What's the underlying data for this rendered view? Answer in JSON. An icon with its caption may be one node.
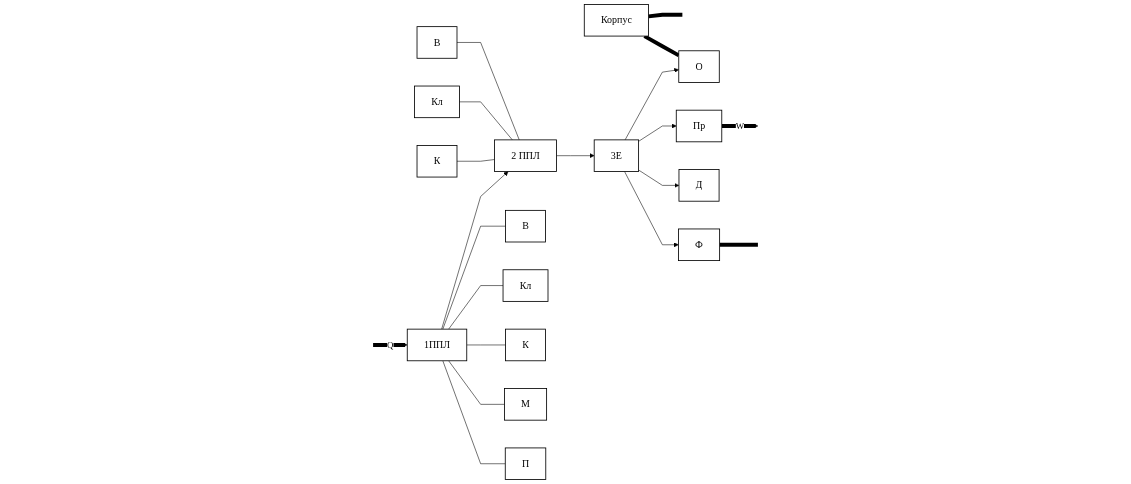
{
  "diagram": {
    "nodes": [
      {
        "text": [
          "Корпус"
        ]
      },
      {
        "text": [
          "О"
        ]
      },
      {
        "text": [
          "В"
        ]
      },
      {
        "text": [
          "Кл"
        ]
      },
      {
        "text": [
          "К"
        ]
      },
      {
        "text": [
          "1ППЛ"
        ]
      },
      {
        "text": [
          "2 ППЛ"
        ]
      },
      {
        "text": [
          "3Е"
        ]
      },
      {
        "text": [
          "Пр"
        ]
      },
      {
        "text": [
          "Д"
        ]
      },
      {
        "text": [
          "Ф"
        ]
      },
      {
        "text": [
          "В"
        ]
      },
      {
        "text": [
          "Кл"
        ]
      },
      {
        "text": [
          "К"
        ]
      },
      {
        "text": [
          "М"
        ]
      },
      {
        "text": [
          "П"
        ]
      }
    ],
    "edges": [
      {
        "from": 0,
        "to": null,
        "arrow": "none",
        "style": "thick"
      },
      {
        "from": 0,
        "to": 1,
        "arrow": "none",
        "style": "thick"
      },
      {
        "from": null,
        "to": 5,
        "arrow": "to",
        "label": "Q",
        "style": "thick"
      },
      {
        "from": 5,
        "to": 6,
        "arrow": "to"
      },
      {
        "from": 6,
        "to": 7,
        "arrow": "to"
      },
      {
        "from": 7,
        "to": 1,
        "arrow": "to"
      },
      {
        "from": 7,
        "to": 8,
        "arrow": "to"
      },
      {
        "from": 7,
        "to": 9,
        "arrow": "to"
      },
      {
        "from": 7,
        "to": 10,
        "arrow": "to"
      },
      {
        "from": 8,
        "to": null,
        "arrow": "to",
        "label": "W",
        "style": "thick"
      },
      {
        "from": 10,
        "to": null,
        "arrow": "none",
        "style": "thick"
      },
      {
        "from": 5,
        "to": 11,
        "arrow": "none"
      },
      {
        "from": 5,
        "to": 12,
        "arrow": "none"
      },
      {
        "from": 5,
        "to": 13,
        "arrow": "none"
      },
      {
        "from": 5,
        "to": 14,
        "arrow": "none"
      },
      {
        "from": 5,
        "to": 15,
        "arrow": "none"
      },
      {
        "from": 2,
        "to": 6,
        "arrow": "none"
      },
      {
        "from": 3,
        "to": 6,
        "arrow": "none"
      },
      {
        "from": 4,
        "to": 6,
        "arrow": "none"
      }
    ]
  }
}
